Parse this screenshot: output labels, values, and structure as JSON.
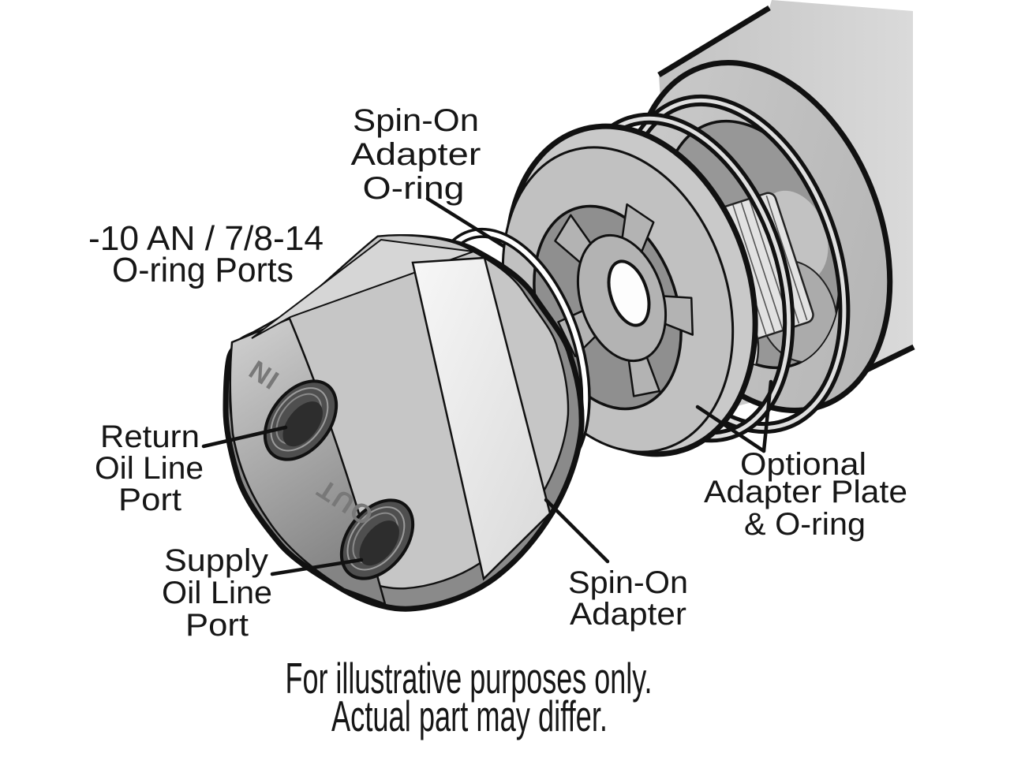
{
  "labels": {
    "top_oring": [
      "Spin-On",
      "Adapter",
      "O-ring"
    ],
    "ports": [
      "-10 AN / 7/8-14",
      "O-ring Ports"
    ],
    "return_port": [
      "Return",
      "Oil Line",
      "Port"
    ],
    "supply_port": [
      "Supply",
      "Oil Line",
      "Port"
    ],
    "spin_on_adapter": [
      "Spin-On",
      "Adapter"
    ],
    "optional_plate": [
      "Optional",
      "Adapter Plate",
      "& O-ring"
    ]
  },
  "markings": {
    "in": "IN",
    "out": "OUT"
  },
  "caption": [
    "For illustrative purposes only.",
    "Actual part may differ."
  ],
  "colors": {
    "background": "#ffffff",
    "outline": "#111111",
    "text": "#161616",
    "metal_light": "#d6d6d6",
    "metal_mid": "#bdbdbd",
    "metal_dark": "#8a8a8a",
    "port_dark": "#3f3f3f",
    "highlight_band": "#f2f2f2"
  }
}
